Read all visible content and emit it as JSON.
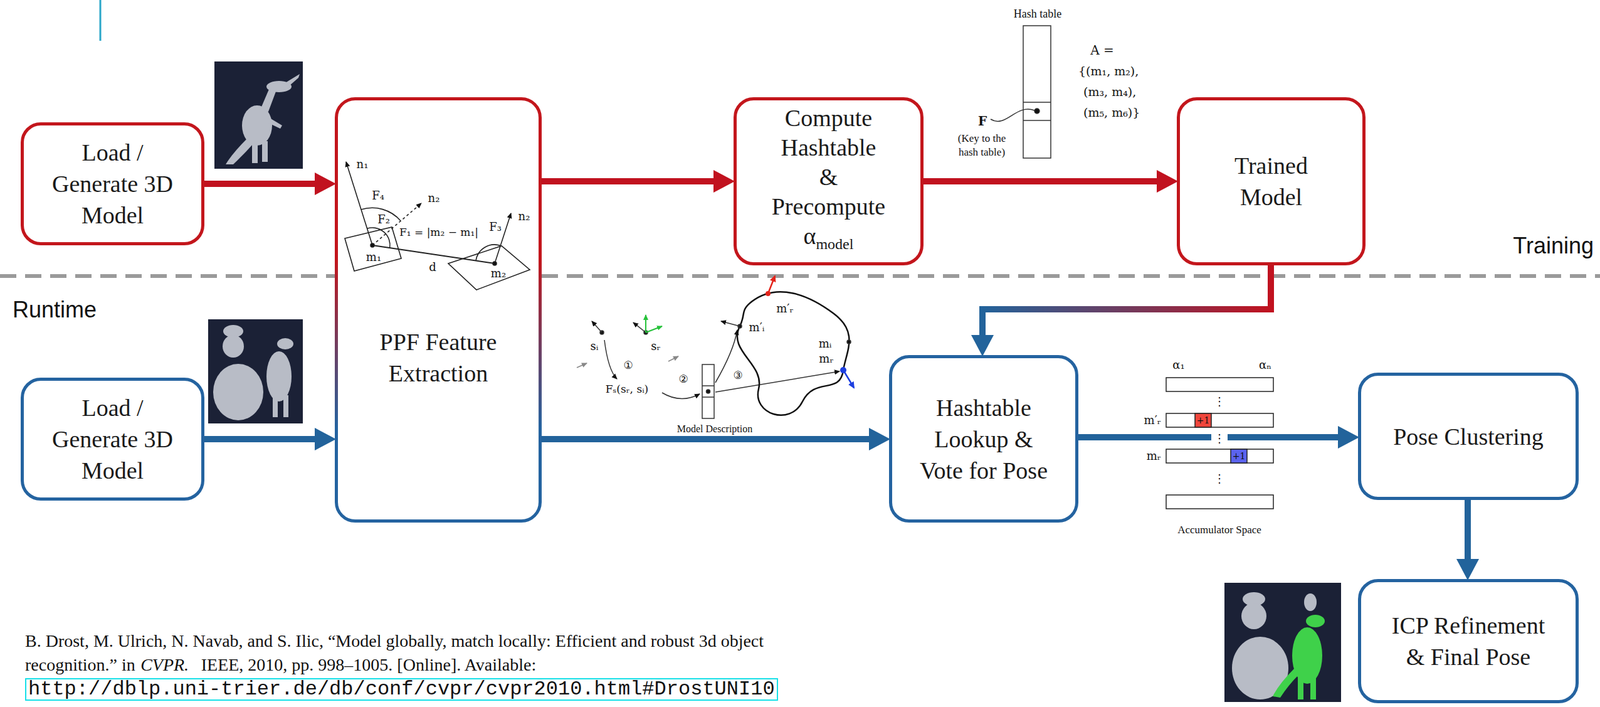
{
  "diagram": {
    "nodes": [
      {
        "text": [
          "Load / Generate 3D Model"
        ]
      },
      {
        "text": [
          "PPF Feature Extraction"
        ]
      },
      {
        "text": [
          "Compute Hashtable & Precompute α",
          "model"
        ]
      },
      {
        "text": [
          "Trained Model"
        ]
      },
      {
        "text": [
          "Load / Generate 3D Model"
        ]
      },
      {
        "text": [
          "Hashtable Lookup & Vote for Pose"
        ]
      },
      {
        "text": [
          "Pose Clustering"
        ]
      },
      {
        "text": [
          "ICP Refinement & Final Pose"
        ]
      }
    ],
    "edges": [
      {
        "from": 0,
        "to": 1,
        "arrow": "to"
      },
      {
        "from": 1,
        "to": 2,
        "arrow": "to"
      },
      {
        "from": 2,
        "to": 3,
        "arrow": "to"
      },
      {
        "from": 3,
        "to": 5,
        "arrow": "to"
      },
      {
        "from": 4,
        "to": 1,
        "arrow": "to"
      },
      {
        "from": 1,
        "to": 5,
        "arrow": "to"
      },
      {
        "from": 5,
        "to": 6,
        "arrow": "to"
      },
      {
        "from": 6,
        "to": 7,
        "arrow": "to"
      }
    ],
    "labels": [
      "Hash table",
      "A =",
      "{(m₁, m₂),",
      "(m₃, m₄),",
      "(m₅, m₆)}",
      "F",
      "(Key to the hash table)",
      "Training",
      "Runtime",
      "n₁",
      "F₄",
      "n₂",
      "F₂",
      "F₁ = |m₂ − m₁|",
      "F₃",
      "n₂",
      "m₁",
      "d",
      "m₂",
      "m′ᵣ",
      "sᵢ",
      "sᵣ",
      "m′ᵢ",
      "①",
      "②",
      "③",
      "mᵢ",
      "mᵣ",
      "Fₛ(sᵣ, sᵢ)",
      "Model Description",
      "α₁",
      "αₙ",
      "⋮",
      "m′ᵣ",
      "+1",
      "⋮",
      "mᵣ",
      "+1",
      "⋮",
      "Accumulator Space",
      "B. Drost, M. Ulrich, N. Navab, and S. Ilic, “Model globally, match locally: Efficient and robust 3d object recognition.” in",
      "CVPR.",
      "IEEE, 2010, pp. 998–1005. [Online]. Available:",
      "http://dblp.uni-trier.de/db/conf/cvpr/cvpr2010.html#DrostUNI10"
    ]
  }
}
